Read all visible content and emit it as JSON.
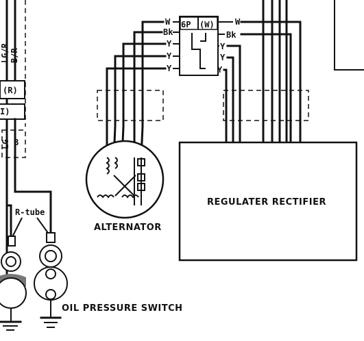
{
  "connector": {
    "code": "6P",
    "color": "(W)",
    "left_pins": [
      "W",
      "Bk",
      "Y",
      "Y",
      "Y"
    ],
    "right_pins": [
      "W",
      "Bk",
      "Y",
      "Y",
      "Y"
    ]
  },
  "components": {
    "alternator": "ALTERNATOR",
    "regulator": "REGULATER RECTIFIER",
    "oil_pressure_switch": "OIL PRESSURE SWITCH",
    "r_tube": "R-tube"
  },
  "left_harness": {
    "wire_lg_r": "LG/R",
    "wire_b_r": "B/R",
    "box_r": "(R)",
    "box_partial": "I)",
    "wire_lg": "LG",
    "wire_b": "B"
  }
}
